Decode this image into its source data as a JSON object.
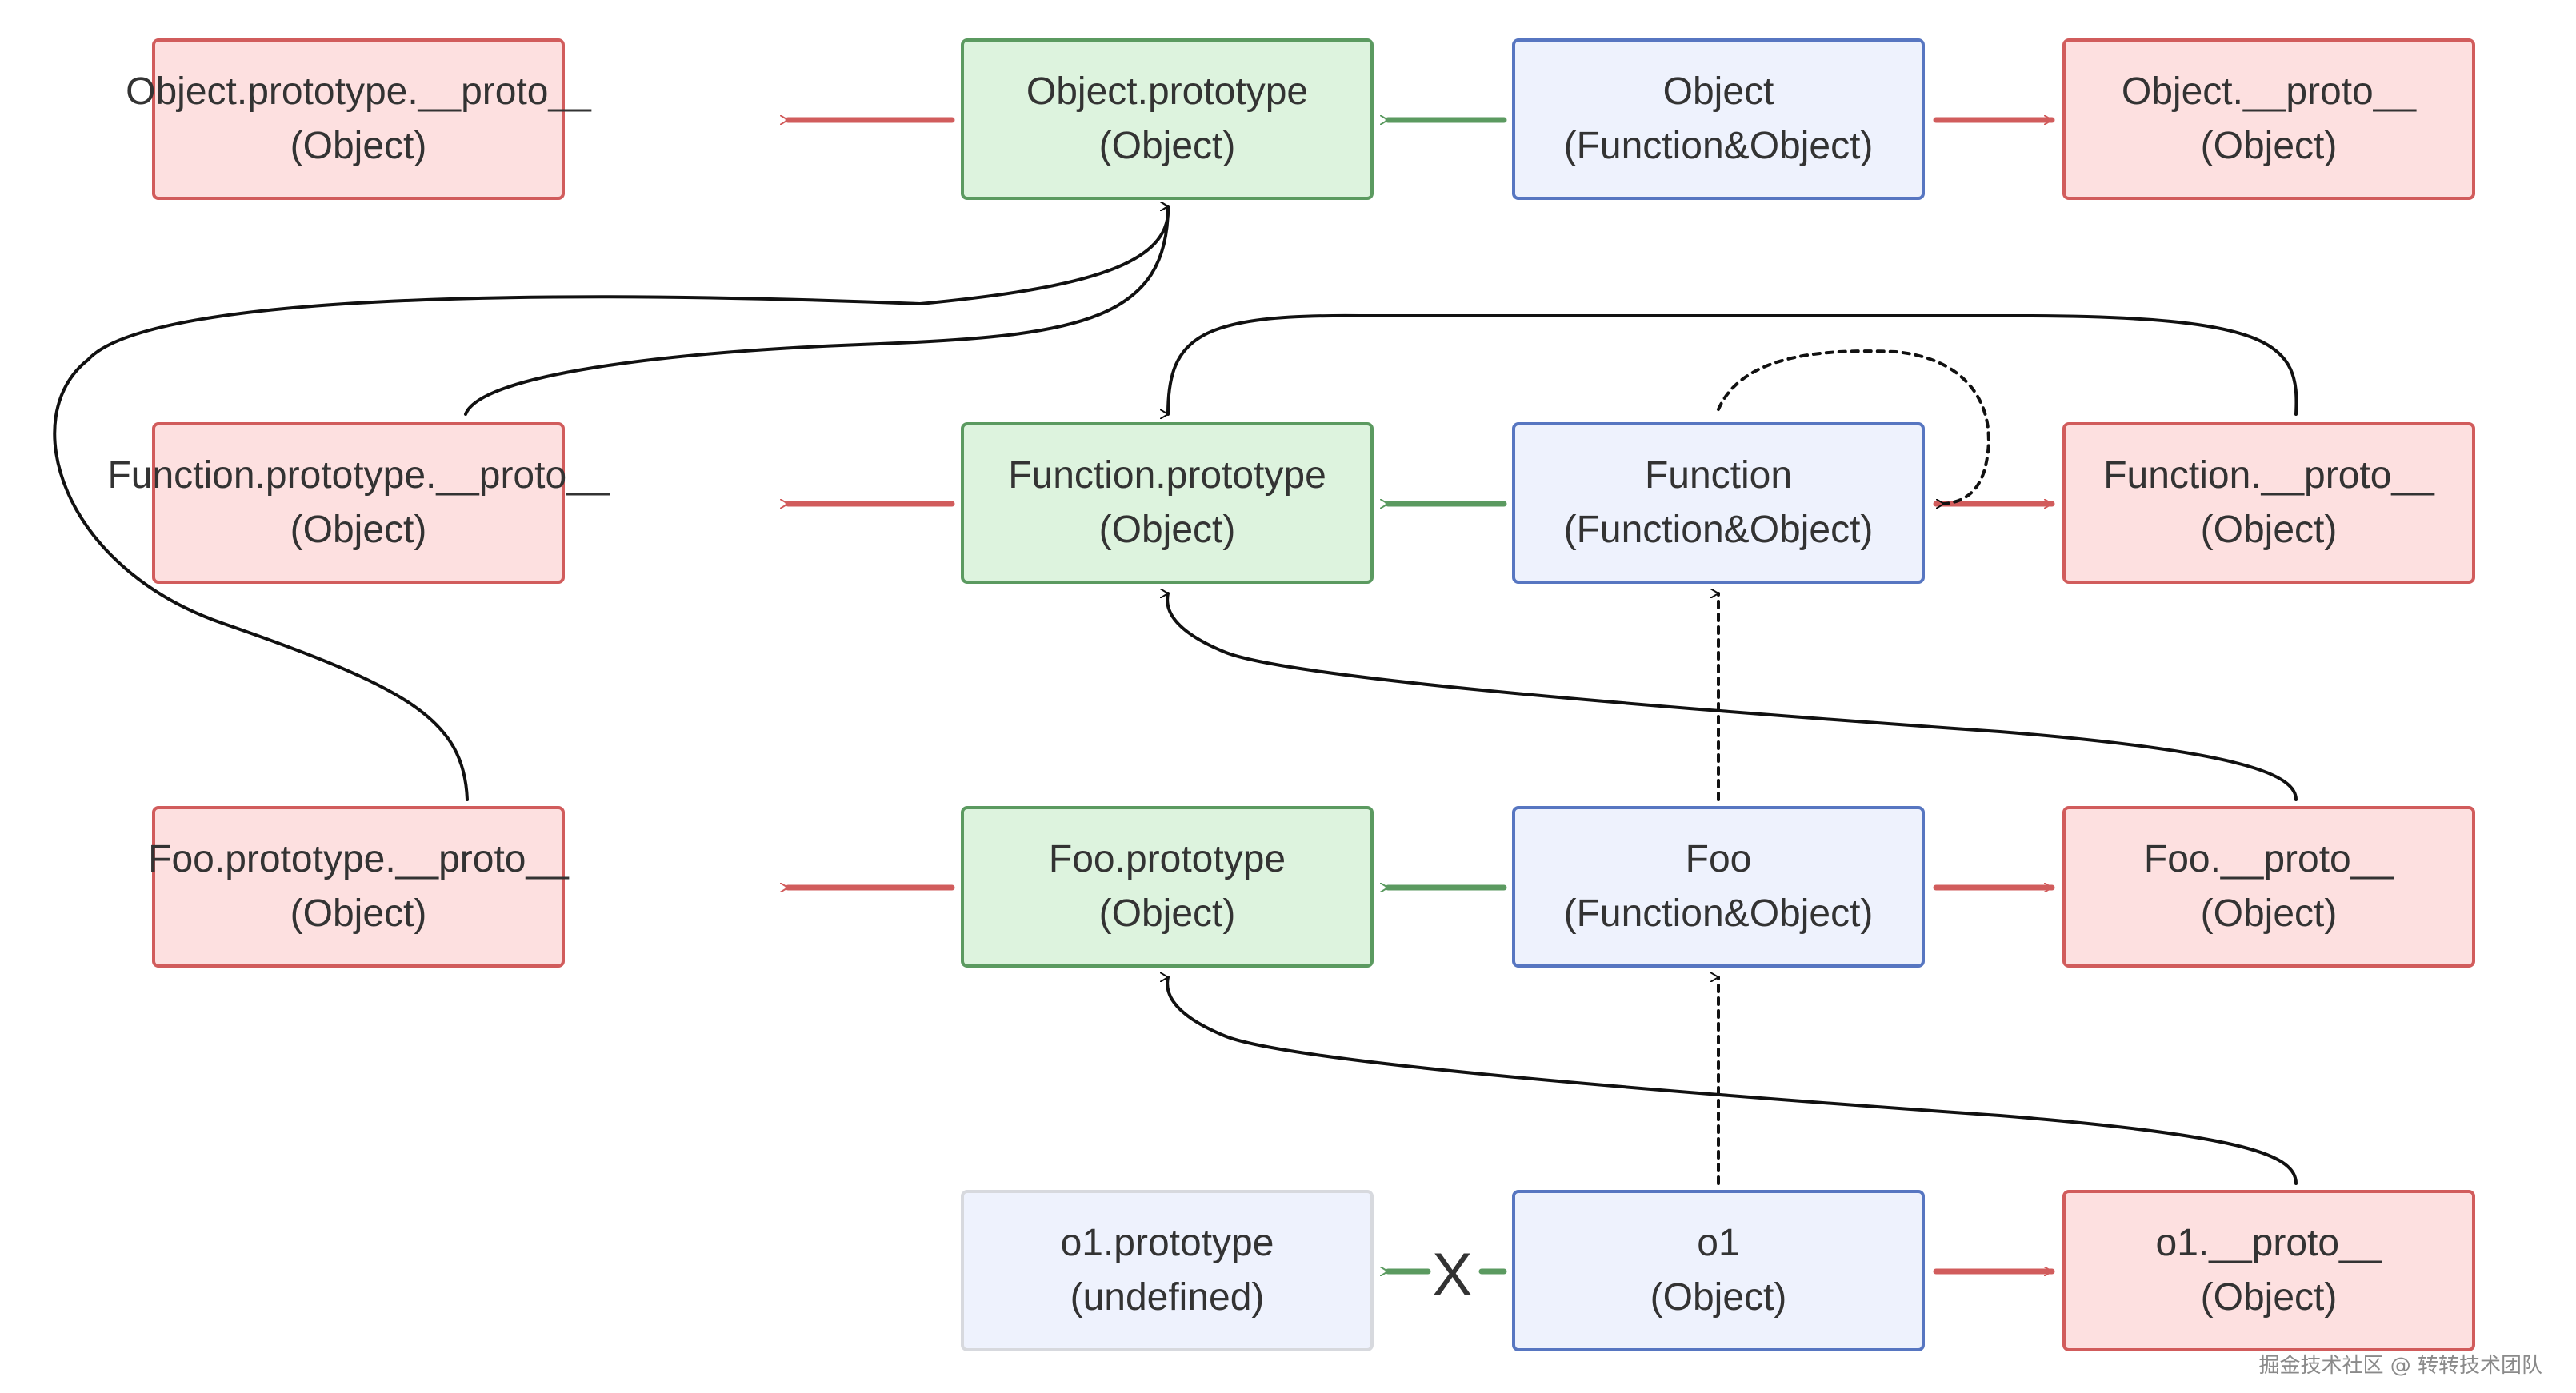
{
  "nodes": {
    "object_prototype_proto": {
      "name": "Object.prototype.__proto__",
      "type": "(Object)"
    },
    "object_prototype": {
      "name": "Object.prototype",
      "type": "(Object)"
    },
    "object": {
      "name": "Object",
      "type": "(Function&Object)"
    },
    "object_proto": {
      "name": "Object.__proto__",
      "type": "(Object)"
    },
    "function_prototype_proto": {
      "name": "Function.prototype.__proto__",
      "type": "(Object)"
    },
    "function_prototype": {
      "name": "Function.prototype",
      "type": "(Object)"
    },
    "function": {
      "name": "Function",
      "type": "(Function&Object)"
    },
    "function_proto": {
      "name": "Function.__proto__",
      "type": "(Object)"
    },
    "foo_prototype_proto": {
      "name": "Foo.prototype.__proto__",
      "type": "(Object)"
    },
    "foo_prototype": {
      "name": "Foo.prototype",
      "type": "(Object)"
    },
    "foo": {
      "name": "Foo",
      "type": "(Function&Object)"
    },
    "foo_proto": {
      "name": "Foo.__proto__",
      "type": "(Object)"
    },
    "o1_prototype": {
      "name": "o1.prototype",
      "type": "(undefined)"
    },
    "o1": {
      "name": "o1",
      "type": "(Object)"
    },
    "o1_proto": {
      "name": "o1.__proto__",
      "type": "(Object)"
    }
  },
  "broken_link_mark": "X",
  "credit": "掘金技术社区 @ 转转技术团队",
  "colors": {
    "red_fill": "#fde0e0",
    "red_border": "#d15c5c",
    "green_fill": "#ddf3de",
    "green_border": "#5b9a60",
    "blue_fill": "#eef2fd",
    "blue_border": "#5776c1",
    "gray_border": "#d7d9de",
    "connector": "#111111"
  }
}
